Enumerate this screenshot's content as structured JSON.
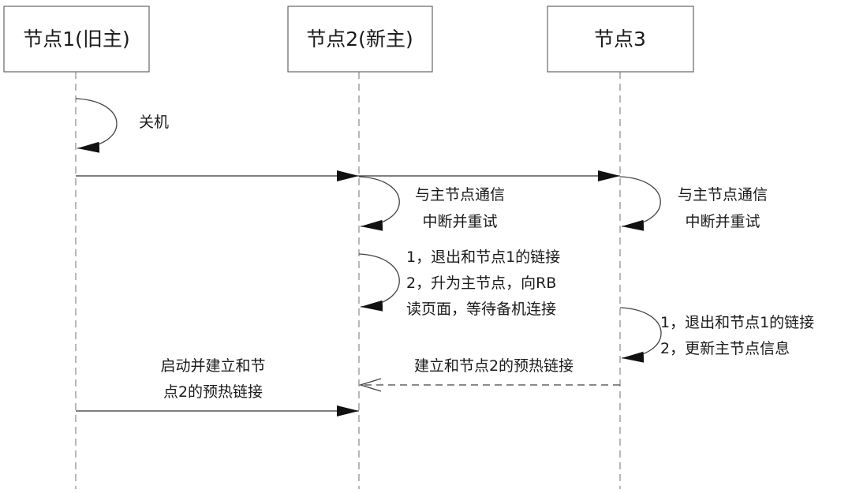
{
  "participants": [
    {
      "id": "n1",
      "label": "节点1(旧主)"
    },
    {
      "id": "n2",
      "label": "节点2(新主)"
    },
    {
      "id": "n3",
      "label": "节点3"
    }
  ],
  "messages": [
    {
      "id": "m1",
      "kind": "self",
      "on": "n1",
      "lines": [
        "关机"
      ]
    },
    {
      "id": "m2",
      "kind": "arrow",
      "from": "n1",
      "to": "n2",
      "style": "solid",
      "lines": []
    },
    {
      "id": "m3",
      "kind": "arrow",
      "from": "n2",
      "to": "n3",
      "style": "solid",
      "lines": []
    },
    {
      "id": "m4",
      "kind": "self",
      "on": "n2",
      "lines": [
        "与主节点通信",
        "中断并重试"
      ]
    },
    {
      "id": "m5",
      "kind": "self",
      "on": "n3",
      "lines": [
        "与主节点通信",
        "中断并重试"
      ]
    },
    {
      "id": "m6",
      "kind": "self",
      "on": "n2",
      "lines": [
        "1，退出和节点1的链接",
        "2，升为主节点，向RB",
        "读页面，等待备机连接"
      ]
    },
    {
      "id": "m7",
      "kind": "self",
      "on": "n3",
      "lines": [
        "1，退出和节点1的链接",
        "2，更新主节点信息"
      ]
    },
    {
      "id": "m8",
      "kind": "arrow",
      "from": "n3",
      "to": "n2",
      "style": "dashed",
      "lines": [
        "建立和节点2的预热链接"
      ]
    },
    {
      "id": "m9",
      "kind": "arrow",
      "from": "n1",
      "to": "n2",
      "style": "solid",
      "lines": [
        "启动并建立和节",
        "点2的预热链接"
      ]
    }
  ]
}
